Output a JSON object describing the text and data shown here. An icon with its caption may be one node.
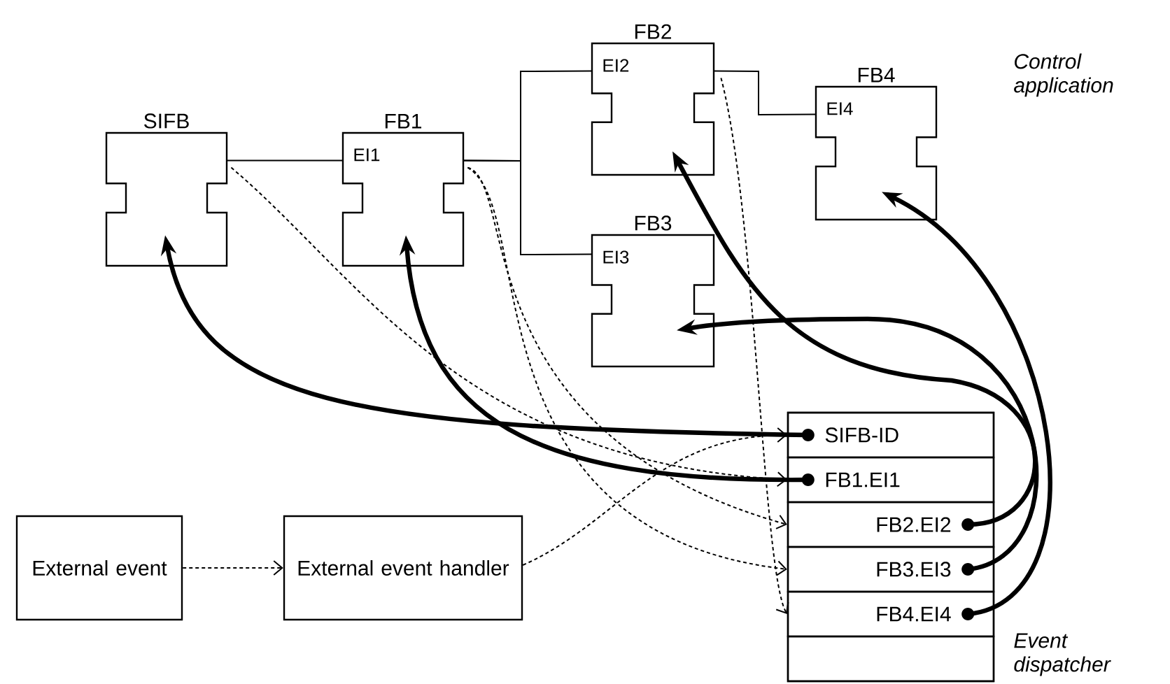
{
  "diagram": {
    "nodes": [
      {
        "text": [
          "SIFB"
        ]
      },
      {
        "text": [
          "FB1",
          "EI1"
        ]
      },
      {
        "text": [
          "FB2",
          "EI2"
        ]
      },
      {
        "text": [
          "FB3",
          "EI3"
        ]
      },
      {
        "text": [
          "FB4",
          "EI4"
        ]
      },
      {
        "text": [
          "External event"
        ]
      },
      {
        "text": [
          "External event handler"
        ]
      },
      {
        "text": [
          "Event dispatcher"
        ]
      },
      {
        "text": [
          "SIFB-ID"
        ],
        "in": 7
      },
      {
        "text": [
          "FB1.EI1"
        ],
        "in": 7
      },
      {
        "text": [
          "FB2.EI2"
        ],
        "in": 7
      },
      {
        "text": [
          "FB3.EI3"
        ],
        "in": 7
      },
      {
        "text": [
          "FB4.EI4"
        ],
        "in": 7
      },
      {
        "text": [],
        "shape": "box",
        "in": 7
      }
    ],
    "edges": [
      {
        "from": 0,
        "to": 1,
        "arrow": "none"
      },
      {
        "from": 1,
        "to": 2,
        "arrow": "none"
      },
      {
        "from": 1,
        "to": 3,
        "arrow": "none"
      },
      {
        "from": 2,
        "to": 4,
        "arrow": "none"
      },
      {
        "from": 5,
        "to": 6,
        "arrow": "to",
        "style": "dashed"
      },
      {
        "from": 6,
        "to": 8,
        "arrow": "to",
        "style": "dashed"
      },
      {
        "from": 0,
        "to": 9,
        "arrow": "to",
        "style": "dashed"
      },
      {
        "from": 1,
        "to": 10,
        "arrow": "to",
        "style": "dashed"
      },
      {
        "from": 1,
        "to": 11,
        "arrow": "to",
        "style": "dashed"
      },
      {
        "from": 2,
        "to": 12,
        "arrow": "to",
        "style": "dashed"
      },
      {
        "from": 8,
        "to": 0,
        "arrow": "to",
        "style": "thick"
      },
      {
        "from": 9,
        "to": 1,
        "arrow": "to",
        "style": "thick"
      },
      {
        "from": 10,
        "to": 2,
        "arrow": "to",
        "style": "thick"
      },
      {
        "from": 11,
        "to": 3,
        "arrow": "to",
        "style": "thick"
      },
      {
        "from": 12,
        "to": 4,
        "arrow": "to",
        "style": "thick"
      }
    ],
    "labels": [
      "Control application"
    ]
  }
}
